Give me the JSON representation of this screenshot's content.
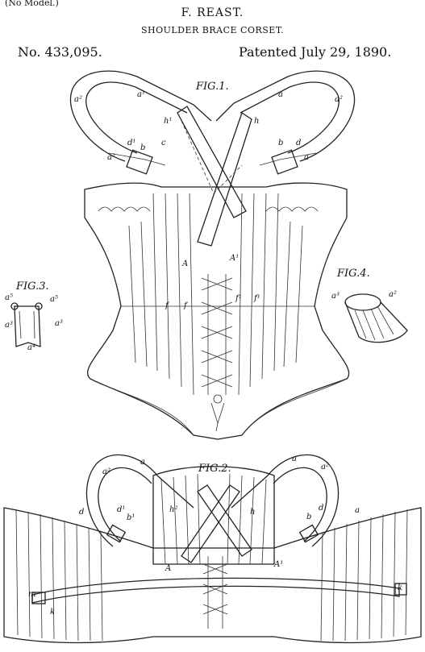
{
  "header": {
    "no_model": "(No Model.)",
    "inventor": "F. REAST.",
    "title": "SHOULDER BRACE CORSET.",
    "patent_number": "No. 433,095.",
    "patent_date": "Patented July 29, 1890."
  },
  "figures": {
    "fig1": "FIG.1.",
    "fig2": "FIG.2.",
    "fig3": "FIG.3.",
    "fig4": "FIG.4."
  },
  "labels": {
    "fig1": [
      "a²",
      "a¹",
      "a",
      "a²",
      "h¹",
      "h",
      "d¹",
      "b",
      "c",
      "b",
      "d",
      "a²",
      "a",
      "A",
      "A¹",
      "f",
      "f",
      "f¹",
      "f¹"
    ],
    "fig2": [
      "a",
      "a",
      "a²",
      "a²",
      "d",
      "d¹",
      "b¹",
      "h²",
      "h",
      "b",
      "d",
      "a",
      "A",
      "A¹",
      "m",
      "k",
      "k"
    ],
    "fig3": [
      "a⁵",
      "a⁵",
      "a³",
      "a³",
      "a⁴"
    ],
    "fig4": [
      "a³",
      "a²"
    ]
  }
}
